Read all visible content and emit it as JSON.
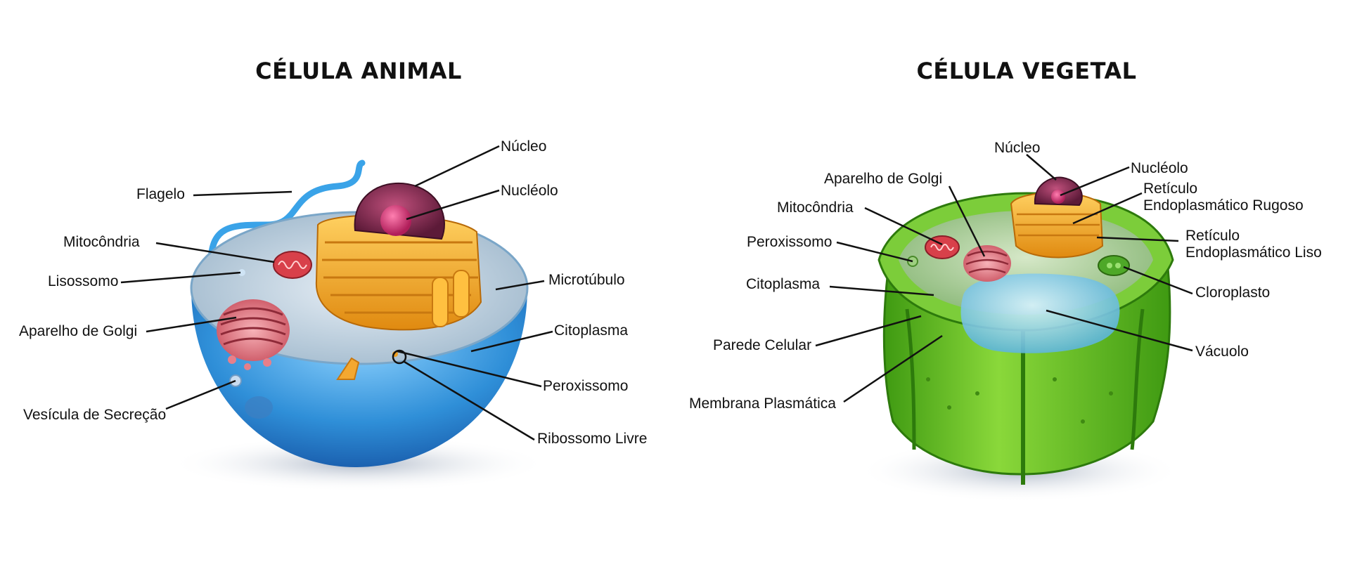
{
  "animal": {
    "title": "CÉLULA ANIMAL",
    "labels": {
      "nucleo": "Núcleo",
      "nucleolo": "Nucléolo",
      "flagelo": "Flagelo",
      "mitocondria": "Mitocôndria",
      "lisossomo": "Lisossomo",
      "microtubulo": "Microtúbulo",
      "golgi": "Aparelho de Golgi",
      "citoplasma": "Citoplasma",
      "peroxissomo": "Peroxissomo",
      "vesicula": "Vesícula de Secreção",
      "ribossomo": "Ribossomo Livre"
    }
  },
  "vegetal": {
    "title": "CÉLULA VEGETAL",
    "labels": {
      "nucleo": "Núcleo",
      "nucleolo": "Nucléolo",
      "golgi": "Aparelho de Golgi",
      "reticulo_rugoso_1": "Retículo",
      "reticulo_rugoso_2": "Endoplasmático Rugoso",
      "mitocondria": "Mitocôndria",
      "reticulo_liso_1": "Retículo",
      "reticulo_liso_2": "Endoplasmático Liso",
      "peroxissomo": "Peroxissomo",
      "citoplasma": "Citoplasma",
      "cloroplasto": "Cloroplasto",
      "parede": "Parede Celular",
      "vacuolo": "Vácuolo",
      "membrana": "Membrana Plasmática"
    }
  },
  "colors": {
    "animal_cell": "#2f8fd8",
    "plant_wall": "#6fbf2a",
    "nucleus": "#8e2a55",
    "golgi": "#e07a86",
    "er": "#f0a830",
    "vacuole": "#8fd0e8"
  }
}
